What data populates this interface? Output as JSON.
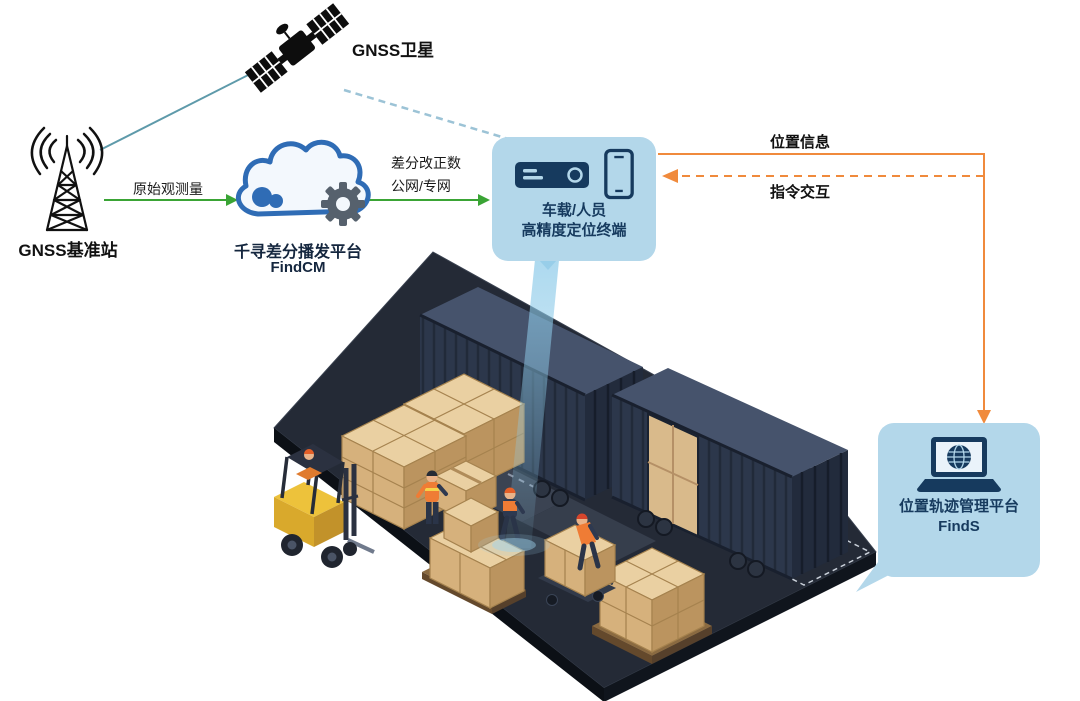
{
  "labels": {
    "satellite": "GNSS卫星",
    "base_station": "GNSS基准站",
    "raw_observation": "原始观测量",
    "corrections_line1": "差分改正数",
    "corrections_line2": "公网/专网",
    "cloud_platform_line1": "千寻差分播发平台",
    "cloud_platform_line2": "FindCM",
    "terminal_line1": "车载/人员",
    "terminal_line2": "高精度定位终端",
    "position_info": "位置信息",
    "command_interaction": "指令交互",
    "mgmt_platform_line1": "位置轨迹管理平台",
    "mgmt_platform_line2": "FindS"
  },
  "colors": {
    "arrow_green": "#3aa435",
    "arrow_orange": "#f08a3c",
    "line_teal": "#5e9aaa",
    "line_dashed_blue": "#9cc3d6",
    "bubble_background": "#b3d7ea",
    "label_navy": "#163a5e",
    "cloud_blue": "#2f6cb5",
    "platform_dark": "#242a36",
    "container_navy": "#2c374b",
    "box_tan": "#d6b17c",
    "forklift_yellow": "#edc23b"
  }
}
